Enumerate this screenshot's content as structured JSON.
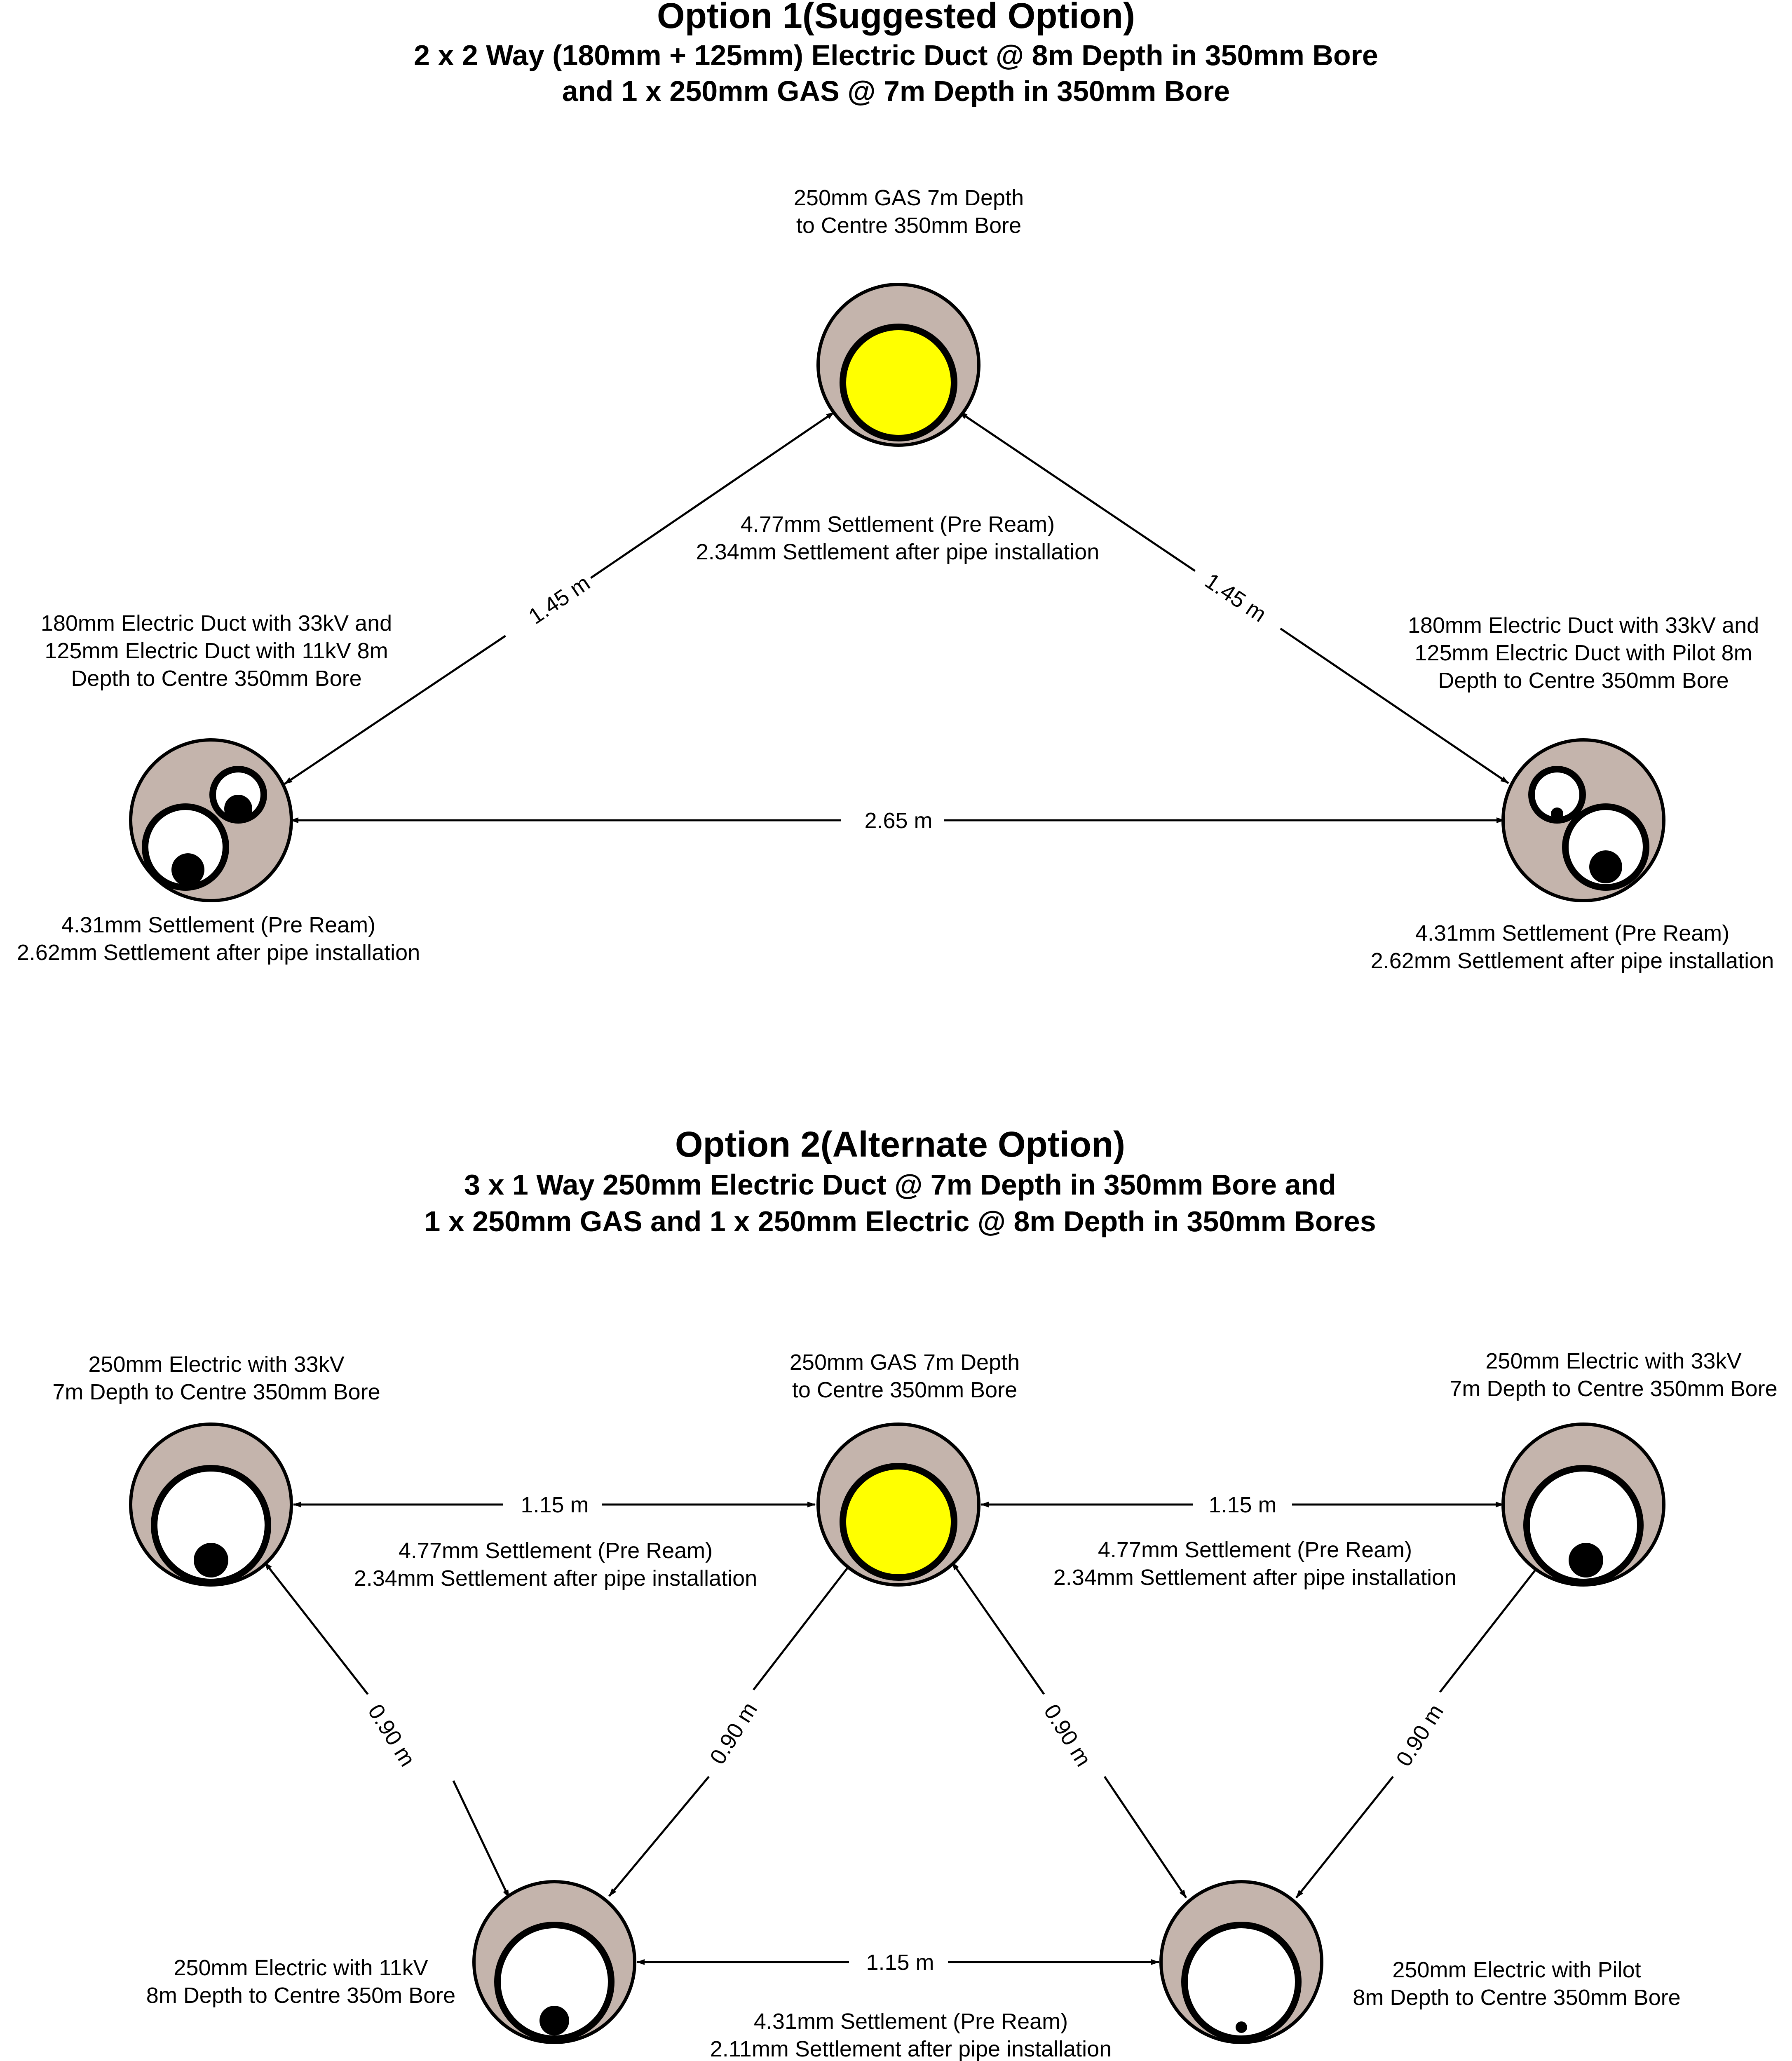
{
  "option1": {
    "title": "Option 1(Suggested Option)",
    "subtitle_lines": [
      "2 x 2 Way (180mm + 125mm) Electric Duct @ 8m Depth in 350mm Bore",
      "and 1 x 250mm GAS @ 7m Depth in 350mm Bore"
    ],
    "gas_label": [
      "250mm GAS 7m Depth",
      "to Centre 350mm Bore"
    ],
    "left_label": [
      "180mm Electric Duct with 33kV and",
      "125mm Electric Duct with 11kV 8m",
      "Depth to Centre 350mm Bore"
    ],
    "right_label": [
      "180mm Electric Duct with 33kV and",
      "125mm Electric Duct with Pilot 8m",
      "Depth to Centre 350mm Bore"
    ],
    "center_settlement": [
      "4.77mm Settlement (Pre Ream)",
      "2.34mm Settlement after pipe installation"
    ],
    "left_settlement": [
      "4.31mm Settlement (Pre Ream)",
      "2.62mm Settlement after pipe installation"
    ],
    "right_settlement": [
      "4.31mm Settlement (Pre Ream)",
      "2.62mm Settlement after pipe installation"
    ],
    "dim_left": "1.45 m",
    "dim_right": "1.45 m",
    "dim_bottom": "2.65 m"
  },
  "option2": {
    "title": "Option 2(Alternate Option)",
    "subtitle_lines": [
      "3 x 1 Way 250mm Electric Duct @ 7m Depth in 350mm Bore and",
      "1 x 250mm GAS and 1 x 250mm Electric @ 8m Depth in 350mm Bores"
    ],
    "top_left_label": [
      "250mm Electric with 33kV",
      "7m Depth to Centre 350mm Bore"
    ],
    "top_mid_label": [
      "250mm GAS 7m Depth",
      "to Centre 350mm Bore"
    ],
    "top_right_label": [
      "250mm Electric with 33kV",
      "7m Depth to Centre 350mm Bore"
    ],
    "bottom_left_label": [
      "250mm Electric with 11kV",
      "8m Depth to Centre 350m Bore"
    ],
    "bottom_right_label": [
      "250mm Electric with Pilot",
      "8m Depth to Centre 350mm Bore"
    ],
    "top_left_settlement": [
      "4.77mm Settlement (Pre Ream)",
      "2.34mm Settlement after pipe installation"
    ],
    "top_right_settlement": [
      "4.77mm Settlement (Pre Ream)",
      "2.34mm Settlement after pipe installation"
    ],
    "bottom_settlement": [
      "4.31mm Settlement (Pre Ream)",
      "2.11mm Settlement after pipe installation"
    ],
    "dim_top_left": "1.15 m",
    "dim_top_right": "1.15 m",
    "dim_bottom": "1.15 m",
    "dim_diag_1": "0.90 m",
    "dim_diag_2": "0.90 m",
    "dim_diag_3": "0.90 m",
    "dim_diag_4": "0.90 m"
  },
  "colors": {
    "bore_fill": "#c4b4ac",
    "gas_fill": "#ffff00",
    "duct_fill": "#ffffff",
    "line": "#000000"
  }
}
